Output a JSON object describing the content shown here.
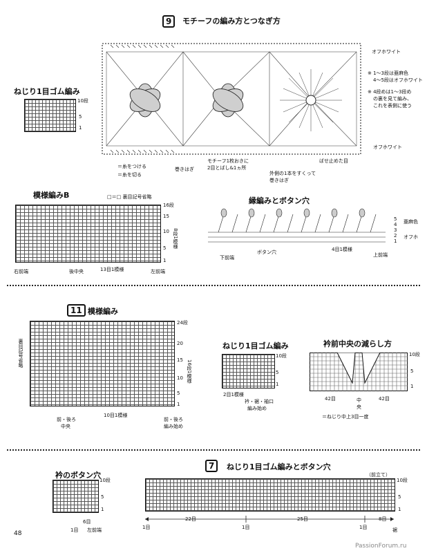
{
  "page_number": "48",
  "watermark": "PassionForum.ru",
  "section9": {
    "badge": "9",
    "title": "モチーフの編み方とつなぎ方",
    "yarn_off_white_top": "オフホワイト",
    "yarn_off_white_bottom": "オフホワイト",
    "note1a": "※ 1〜3段は亜麻色",
    "note1b": "4〜5段はオフホワイト",
    "note2a": "※ 4段めは1〜3段め",
    "note2b": "の裏を見て編み、",
    "note2c": "これを表側に使う",
    "legend_attach": "＝糸をつける",
    "legend_cut": "＝糸を切る",
    "label_makihagi": "巻きはぎ",
    "label_motif_note1": "モチーフ1枚おきに",
    "label_motif_note2": "2目とばし&1ヵ所",
    "label_bosome": "ばせ止めた目",
    "label_outer1": "外側の1本をすくって",
    "label_outer2": "巻きはぎ",
    "rib": {
      "title": "ねじり1目ゴム編み",
      "row_top": "10段",
      "row_mid": "5",
      "row_low": "1"
    },
    "patternB": {
      "title": "模様編みB",
      "legend": "□＝□ 裏目記号省略",
      "row_top": "16段",
      "rows": [
        "15",
        "10",
        "5",
        "1"
      ],
      "repeat": "8段1模様",
      "label_right": "右前端",
      "label_center": "後中央",
      "label_repeat": "13目1模様",
      "label_left": "左前端"
    },
    "edging": {
      "title": "縁編みとボタン穴",
      "rows": [
        "5",
        "4",
        "3",
        "2",
        "1"
      ],
      "yarn1": "亜麻色",
      "yarn2": "オフホ",
      "label_hem": "下前端",
      "label_buttonhole": "ボタン穴",
      "label_repeat": "4目1模様",
      "label_top": "上前端"
    }
  },
  "section11": {
    "badge": "11",
    "title": "模様編み",
    "legend_vertical": "裏目記号省略",
    "row_top": "24段",
    "rows": [
      "20",
      "15",
      "10",
      "5",
      "1"
    ],
    "repeat": "16段1模様",
    "label_repeat": "10目1模様",
    "label_center1": "前・後ろ",
    "label_center2": "中央",
    "label_right1": "前・後ろ",
    "label_right2": "編み始め",
    "rib": {
      "title": "ねじり1目ゴム編み",
      "row_top": "10段",
      "rows": [
        "5",
        "1"
      ],
      "label_repeat": "2目1模様",
      "label_parts": "衿・裾・袖口",
      "label_start": "編み始め"
    },
    "collar": {
      "title": "衿前中央の減らし方",
      "row_top": "10段",
      "rows": [
        "5",
        "1"
      ],
      "label_left": "42目",
      "label_right": "42目",
      "label_center1": "中",
      "label_center2": "央",
      "legend": "＝ねじり中上3目一度"
    }
  },
  "section7": {
    "badge": "7",
    "title": "ねじり1目ゴム編みとボタン穴",
    "subtitle": "（前立て）",
    "row_top": "10段",
    "rows": [
      "5",
      "1"
    ],
    "counts": [
      "22目",
      "1目",
      "25目",
      "1目",
      "8目"
    ],
    "label_end": "1目",
    "label_hem": "裾",
    "collar": {
      "title": "衿のボタン穴",
      "row_top": "10段",
      "rows": [
        "5",
        "1"
      ],
      "count": "6目",
      "label_one": "1目",
      "label_edge": "左前端"
    }
  }
}
